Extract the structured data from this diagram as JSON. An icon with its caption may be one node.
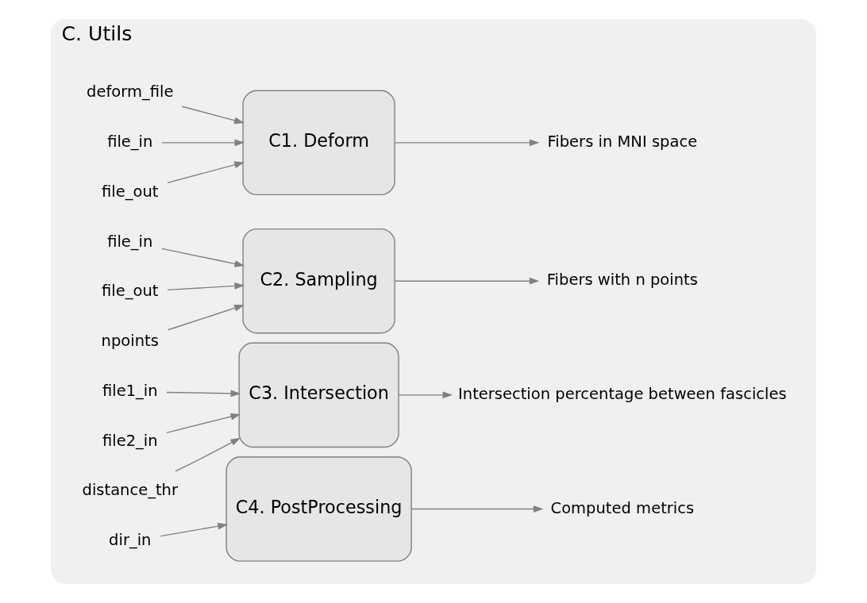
{
  "diagram": {
    "nodes": [
      {
        "text": [
          "C. Utils"
        ]
      },
      {
        "text": [
          "deform_file"
        ],
        "in": 0
      },
      {
        "text": [
          "file_in"
        ],
        "in": 0
      },
      {
        "text": [
          "file_out"
        ],
        "in": 0
      },
      {
        "text": [
          "C1. Deform"
        ],
        "in": 0
      },
      {
        "text": [
          "Fibers in MNI space"
        ],
        "in": 0
      },
      {
        "text": [
          "file_in"
        ],
        "in": 0
      },
      {
        "text": [
          "file_out"
        ],
        "in": 0
      },
      {
        "text": [
          "npoints"
        ],
        "in": 0
      },
      {
        "text": [
          "C2. Sampling"
        ],
        "in": 0
      },
      {
        "text": [
          "Fibers with n points"
        ],
        "in": 0
      },
      {
        "text": [
          "file1_in"
        ],
        "in": 0
      },
      {
        "text": [
          "file2_in"
        ],
        "in": 0
      },
      {
        "text": [
          "distance_thr"
        ],
        "in": 0
      },
      {
        "text": [
          "C3. Intersection"
        ],
        "in": 0
      },
      {
        "text": [
          "Intersection percentage between fascicles"
        ],
        "in": 0
      },
      {
        "text": [
          "dir_in"
        ],
        "in": 0
      },
      {
        "text": [
          "C4. PostProcessing"
        ],
        "in": 0
      },
      {
        "text": [
          "Computed metrics"
        ],
        "in": 0
      }
    ],
    "edges": [
      {
        "from": 1,
        "to": 4,
        "arrow": "to"
      },
      {
        "from": 2,
        "to": 4,
        "arrow": "to"
      },
      {
        "from": 3,
        "to": 4,
        "arrow": "to"
      },
      {
        "from": 4,
        "to": 5,
        "arrow": "to"
      },
      {
        "from": 6,
        "to": 9,
        "arrow": "to"
      },
      {
        "from": 7,
        "to": 9,
        "arrow": "to"
      },
      {
        "from": 8,
        "to": 9,
        "arrow": "to"
      },
      {
        "from": 9,
        "to": 10,
        "arrow": "to"
      },
      {
        "from": 11,
        "to": 14,
        "arrow": "to"
      },
      {
        "from": 12,
        "to": 14,
        "arrow": "to"
      },
      {
        "from": 13,
        "to": 14,
        "arrow": "to"
      },
      {
        "from": 14,
        "to": 15,
        "arrow": "to"
      },
      {
        "from": 16,
        "to": 17,
        "arrow": "to"
      },
      {
        "from": 17,
        "to": 18,
        "arrow": "to"
      }
    ]
  }
}
